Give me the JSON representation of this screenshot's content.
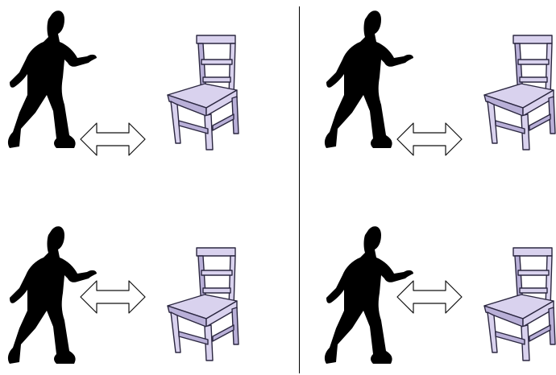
{
  "title": "",
  "colors": {
    "silhouette": "#000000",
    "chair_fill": "#d9d2ee",
    "chair_shade": "#b9b0d8",
    "chair_line": "#2b2740",
    "arrow_fill": "#ffffff",
    "arrow_stroke": "#111111",
    "divider": "#000000"
  },
  "panels": [
    {
      "figure": "person-silhouette",
      "relation": "double-arrow",
      "object": "chair"
    },
    {
      "figure": "person-silhouette",
      "relation": "double-arrow",
      "object": "chair"
    },
    {
      "figure": "person-silhouette",
      "relation": "double-arrow",
      "object": "chair"
    },
    {
      "figure": "person-silhouette",
      "relation": "double-arrow",
      "object": "chair"
    }
  ]
}
